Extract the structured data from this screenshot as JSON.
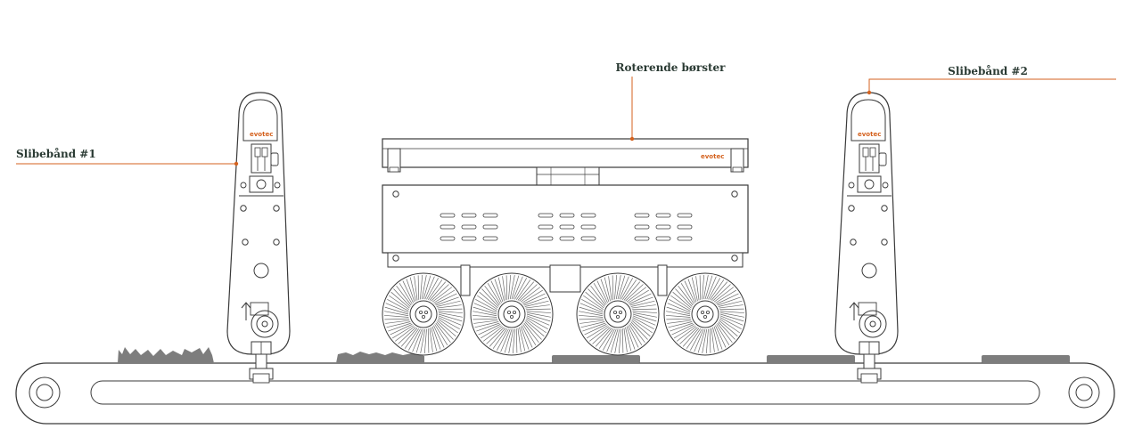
{
  "labels": {
    "belt1": "Slibebånd #1",
    "brushes": "Roterende børster",
    "belt2": "Slibebånd #2"
  },
  "logos": {
    "belt1": "evotec",
    "brushes": "evotec",
    "belt2": "evotec"
  },
  "colors": {
    "accent": "#d4621f",
    "line": "#3a3a3a",
    "debris": "#7d7d7d",
    "label": "#2a3a33"
  },
  "brush_count": 4
}
